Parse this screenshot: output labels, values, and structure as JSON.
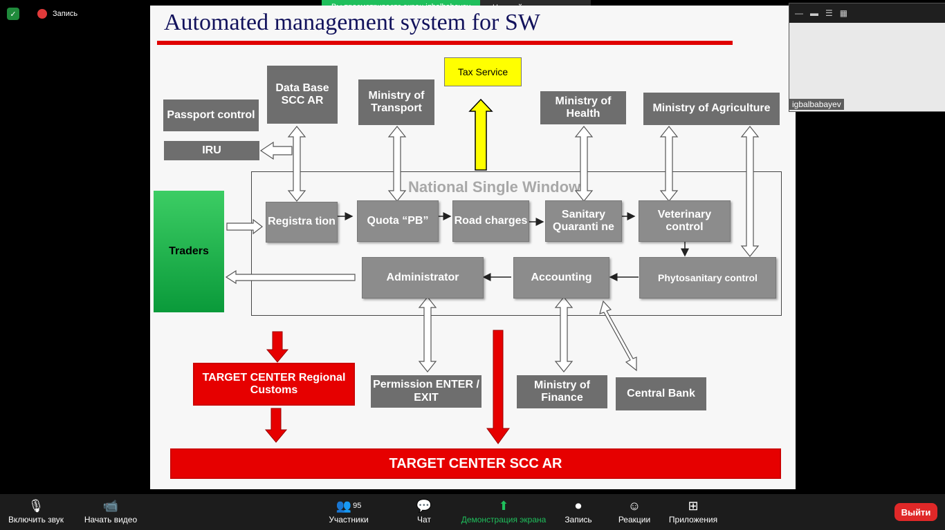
{
  "meeting": {
    "recording_label": "Запись",
    "viewing_text": "Вы просматриваете экран igbalbabayev",
    "view_options": "Настройки просмотра",
    "participant_name": "igbalbabayev"
  },
  "slide": {
    "title": "Automated management system for SW",
    "nsw_label": "National Single Window",
    "boxes": {
      "passport": "Passport control",
      "iru": "IRU",
      "database": "Data Base SCC AR",
      "transport": "Ministry of Transport",
      "tax": "Tax Service",
      "health": "Ministry of Health",
      "agriculture": "Ministry of Agriculture",
      "traders": "Traders",
      "registration": "Registra tion",
      "quota": "Quota “PB”",
      "road": "Road charges",
      "sanitary": "Sanitary Quaranti ne",
      "veterinary": "Veterinary control",
      "administrator": "Administrator",
      "accounting": "Accounting",
      "phytosanitary": "Phytosanitary control",
      "target_regional": "TARGET CENTER Regional Customs",
      "permission": "Permission ENTER / EXIT",
      "finance": "Ministry of Finance",
      "central_bank": "Central Bank",
      "target_scc": "TARGET CENTER SCC AR"
    }
  },
  "toolbar": {
    "mute": "Включить звук",
    "video": "Начать видео",
    "participants": "Участники",
    "participants_count": "95",
    "chat": "Чат",
    "share": "Демонстрация экрана",
    "record": "Запись",
    "reactions": "Реакции",
    "apps": "Приложения",
    "leave": "Выйти"
  },
  "colors": {
    "share_green": "#1fbf5c",
    "leave_red": "#e02828",
    "slide_red": "#e60000"
  }
}
